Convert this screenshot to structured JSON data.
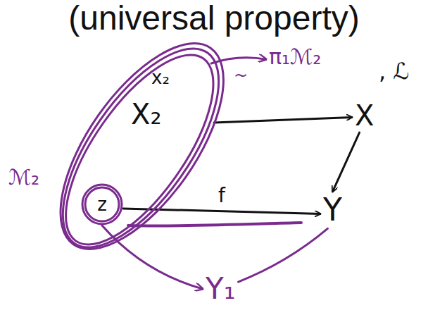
{
  "diagram": {
    "title": "(universal property)",
    "nodes": [
      {
        "text": [
          "ℳ₂"
        ]
      },
      {
        "text": [
          "z"
        ],
        "in": 0
      },
      {
        "text": [
          "π₁ℳ₂"
        ]
      },
      {
        "text": [
          "X"
        ]
      },
      {
        "text": [
          "Y"
        ]
      },
      {
        "text": [
          "Y₁"
        ]
      }
    ],
    "edges": [
      {
        "from": 0,
        "to": 2,
        "arrow": "to"
      },
      {
        "from": 0,
        "to": 3,
        "arrow": "to"
      },
      {
        "from": 3,
        "to": 4,
        "arrow": "to"
      },
      {
        "from": 1,
        "to": 4,
        "label": "f",
        "arrow": "to"
      },
      {
        "from": 1,
        "to": 5,
        "arrow": "to"
      },
      {
        "from": 5,
        "to": 4,
        "arrow": "none"
      }
    ],
    "labels": [
      "X₂",
      "x₂",
      "~",
      ", ℒ"
    ]
  }
}
